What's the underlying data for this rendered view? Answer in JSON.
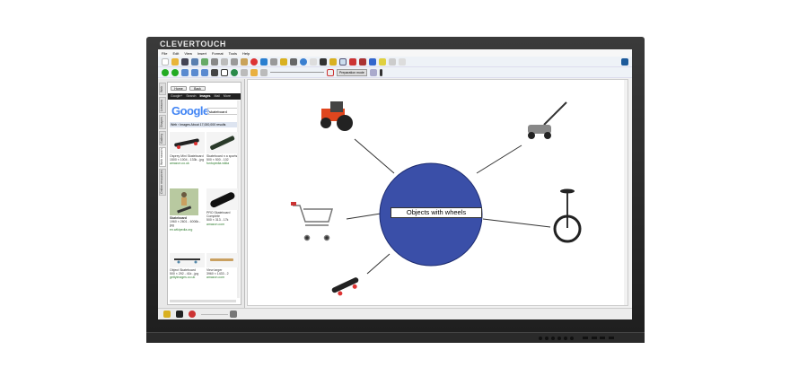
{
  "device": {
    "brand": "CLEVERTOUCH"
  },
  "menu": [
    "File",
    "Edit",
    "View",
    "Insert",
    "Format",
    "Tools",
    "Help"
  ],
  "toolbar": {
    "mode_select": "Preparation mode"
  },
  "side_tabs": [
    "Web",
    "Lessons",
    "Shapes",
    "Gallery",
    "Web search",
    "Online resources"
  ],
  "browser": {
    "home": "Home",
    "back": "Back",
    "google_bar": [
      "Google+",
      "Search",
      "Images",
      "Mail",
      "More"
    ],
    "logo": "Google",
    "query": "skateboard",
    "results_info": "Web › Images About 17,000,000 results",
    "results": [
      {
        "title": "Osprey Mini Skateboard",
        "meta": "1500 × 1004 - 133k - jpg",
        "source": "amazon.co.uk"
      },
      {
        "title": "Skateboard n a sports",
        "meta": "500 × 500 - 102",
        "source": "funtopedia.wikia"
      },
      {
        "title": "Skateboard",
        "meta": "1960 × 2601 - 6006k - jpg",
        "source": "en.wikipedia.org"
      },
      {
        "title": "PRO Skateboard Complete",
        "meta": "500 × 313 - 17k",
        "source": "amazon.com"
      },
      {
        "title": "Object Skateboard",
        "meta": "500 × 292 - 41k - jpg",
        "source": "gettyimages.co.uk"
      },
      {
        "title": "View larger",
        "meta": "3960 × 1433 - 2",
        "source": "amazon.com"
      }
    ]
  },
  "mindmap": {
    "center_label": "Objects with wheels",
    "circle_color": "#3a4fa8",
    "items": [
      "tractor",
      "lawnmower",
      "shopping-cart",
      "unicycle",
      "skateboard"
    ]
  }
}
